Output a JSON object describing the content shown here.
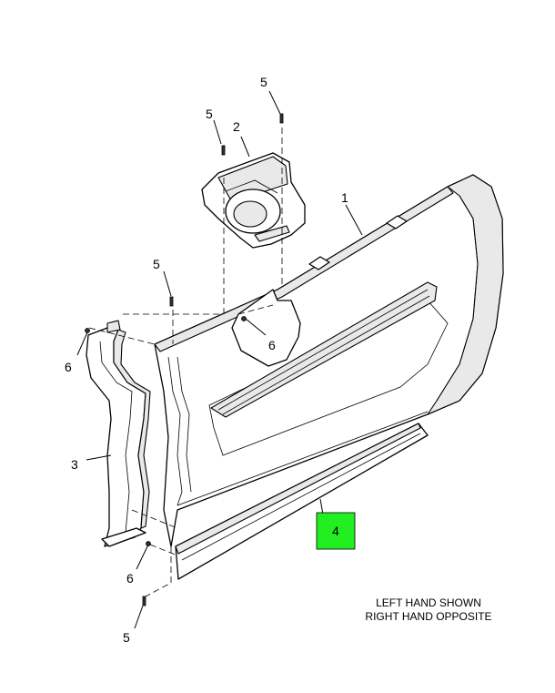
{
  "callouts": {
    "c1": "1",
    "c2": "2",
    "c3": "3",
    "c4": "4",
    "c5a": "5",
    "c5b": "5",
    "c5c": "5",
    "c5d": "5",
    "c6a": "6",
    "c6b": "6",
    "c6c": "6"
  },
  "note": {
    "line1": "LEFT HAND SHOWN",
    "line2": "RIGHT HAND OPPOSITE"
  },
  "highlight": {
    "part": "4",
    "color": "#22ee22"
  }
}
